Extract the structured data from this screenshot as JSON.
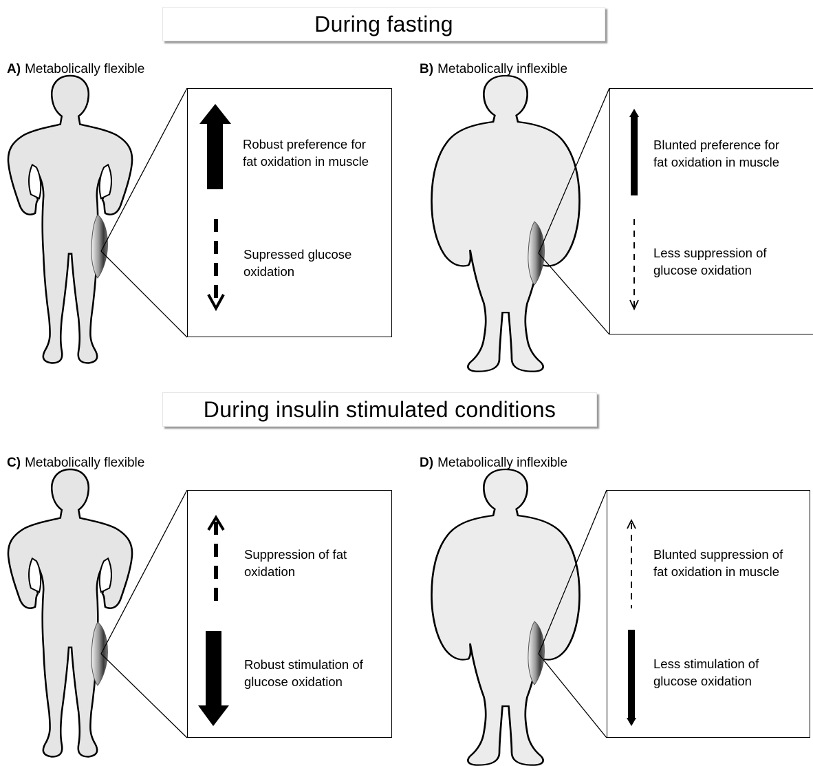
{
  "sections": [
    {
      "title": "During fasting"
    },
    {
      "title": "During insulin stimulated conditions"
    }
  ],
  "panels": [
    {
      "letter": "A)",
      "label": "Metabolically flexible",
      "top_text": [
        "Robust preference for",
        "fat oxidation in muscle"
      ],
      "bottom_text": [
        "Supressed glucose",
        "oxidation"
      ]
    },
    {
      "letter": "B)",
      "label": "Metabolically inflexible",
      "top_text": [
        "Blunted preference for",
        "fat oxidation in muscle"
      ],
      "bottom_text": [
        "Less suppression of",
        "glucose oxidation"
      ]
    },
    {
      "letter": "C)",
      "label": "Metabolically flexible",
      "top_text": [
        "Suppression of fat",
        "oxidation"
      ],
      "bottom_text": [
        "Robust stimulation of",
        "glucose oxidation"
      ]
    },
    {
      "letter": "D)",
      "label": "Metabolically inflexible",
      "top_text": [
        "Blunted suppression of",
        "fat oxidation in muscle"
      ],
      "bottom_text": [
        "Less stimulation of",
        "glucose oxidation"
      ]
    }
  ],
  "colors": {
    "figure_fill": "#e5e5e5",
    "figure_stroke": "#000000",
    "shadow": "#9a9a9a"
  }
}
